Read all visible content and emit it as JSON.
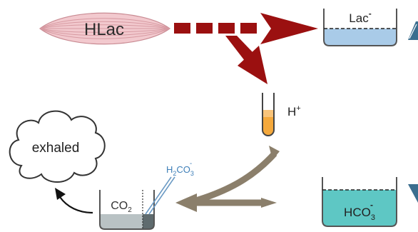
{
  "labels": {
    "muscle": "HLac",
    "lactate": "Lac",
    "lactate_charge": "-",
    "proton": "H",
    "proton_charge": "+",
    "exhaled": "exhaled",
    "co2": "CO",
    "co2_sub": "2",
    "carbonic_acid_a": "H",
    "carbonic_acid_sub1": "2",
    "carbonic_acid_b": "CO",
    "carbonic_acid_sub2": "3",
    "carbonic_acid_charge": "-",
    "bicarbonate": "HCO",
    "bicarbonate_sub": "3",
    "bicarbonate_charge": "-"
  },
  "colors": {
    "dark_red_arrow": "#9b1010",
    "brown_arrow": "#8b7f6b",
    "muscle_fill": "#f2c9ce",
    "muscle_stripe": "#c98b93",
    "lactate_liquid": "#a9cbe8",
    "proton_liquid": "#f5a93c",
    "bicarbonate_liquid": "#5ec7c4",
    "co2_liquid": "#b9c2c4",
    "gas_line": "#6b9ac4",
    "beaker_outline": "#555555",
    "blue_arrow": "#3b6e8f"
  },
  "icons": [
    "muscle-fiber-icon",
    "test-tube-icon",
    "beaker-icon",
    "cloud-icon",
    "straw-icon"
  ]
}
